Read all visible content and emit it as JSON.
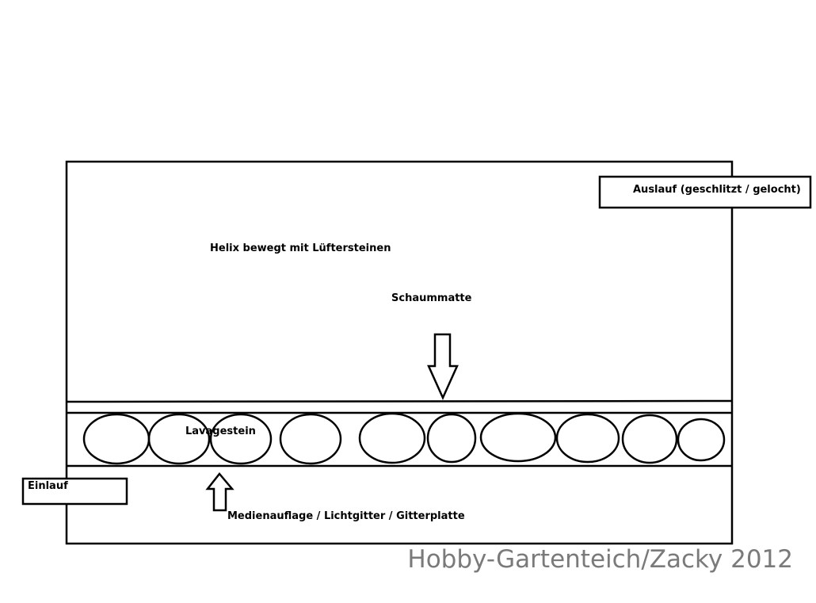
{
  "labels": {
    "outlet": "Auslauf (geschlitzt / gelocht)",
    "helix": "Helix bewegt mit Lüftersteinen",
    "foam_mat": "Schaummatte",
    "lava_rock": "Lavagestein",
    "inlet": "Einlauf",
    "media_support": "Medienauflage / Lichtgitter / Gitterplatte"
  },
  "watermark": "Hobby-Gartenteich/Zacky 2012",
  "colors": {
    "stroke": "#000000",
    "background": "#ffffff",
    "watermark": "#7a7a7a"
  },
  "icons": {
    "foam_mat_arrow": "arrow-down-icon",
    "media_support_arrow": "arrow-up-icon"
  }
}
